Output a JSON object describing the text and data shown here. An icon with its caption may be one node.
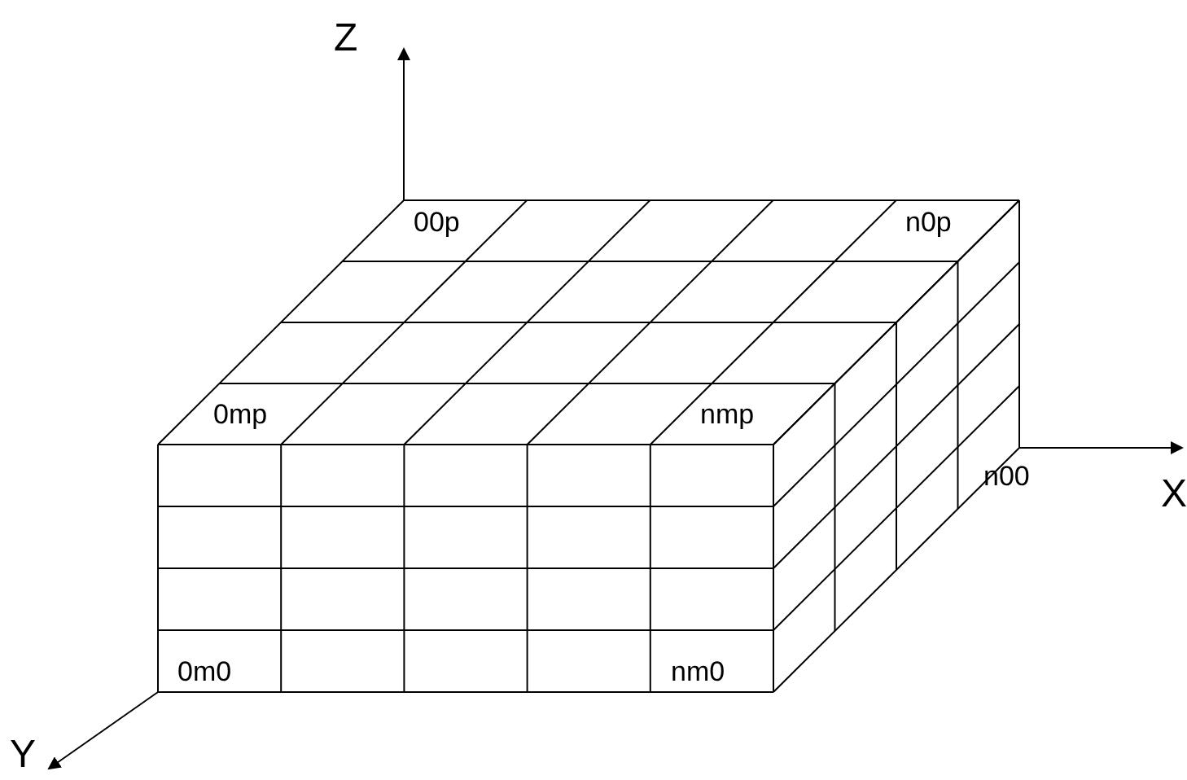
{
  "diagram": {
    "labels": [
      "Z",
      "00p",
      "n0p",
      "0mp",
      "nmp",
      "n00",
      "X",
      "0m0",
      "nm0",
      "Y"
    ]
  }
}
